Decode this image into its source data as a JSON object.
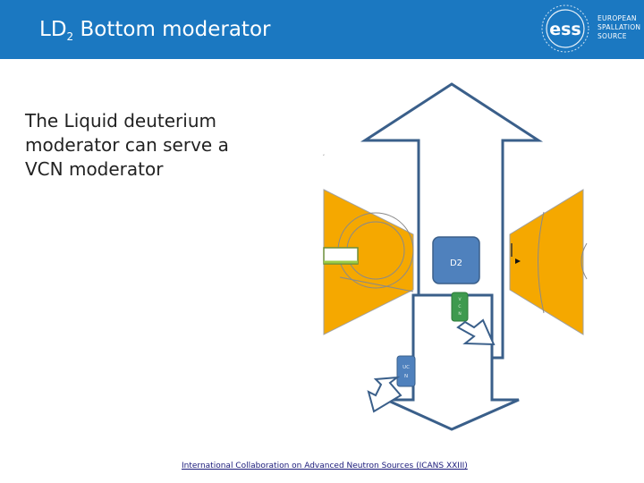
{
  "header": {
    "title_main": "LD",
    "title_sub": "2",
    "title_rest": " Bottom moderator",
    "background_color": "#1b78c1"
  },
  "logo": {
    "mark": "ess",
    "lines": [
      "EUROPEAN",
      "SPALLATION",
      "SOURCE"
    ]
  },
  "body": {
    "text": "The Liquid deuterium moderator can serve a VCN moderator"
  },
  "diagram": {
    "d2_label": "D2",
    "vcn_small_label": [
      "V",
      "C",
      "N"
    ],
    "ucn_label": [
      "UC",
      "N"
    ],
    "colors": {
      "arrow_stroke": "#3a5f8a",
      "moderator_box": "#4f81bd",
      "vcn_box": "#3e9a4e",
      "reflector": "#f5a800"
    }
  },
  "footer": {
    "link_text": "International Collaboration on Advanced Neutron Sources (ICANS XXIII)"
  }
}
